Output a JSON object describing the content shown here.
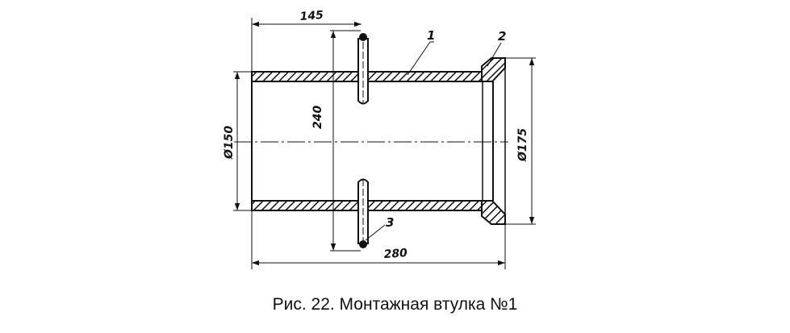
{
  "figure": {
    "dimensions": {
      "top_offset": "145",
      "vertical_240": "240",
      "overall_length": "280",
      "inner_diameter": "Ø150",
      "outer_diameter": "Ø175"
    },
    "callouts": {
      "pipe": "1",
      "flange": "2",
      "lug": "3"
    }
  },
  "caption": "Рис. 22. Монтажная втулка №1"
}
